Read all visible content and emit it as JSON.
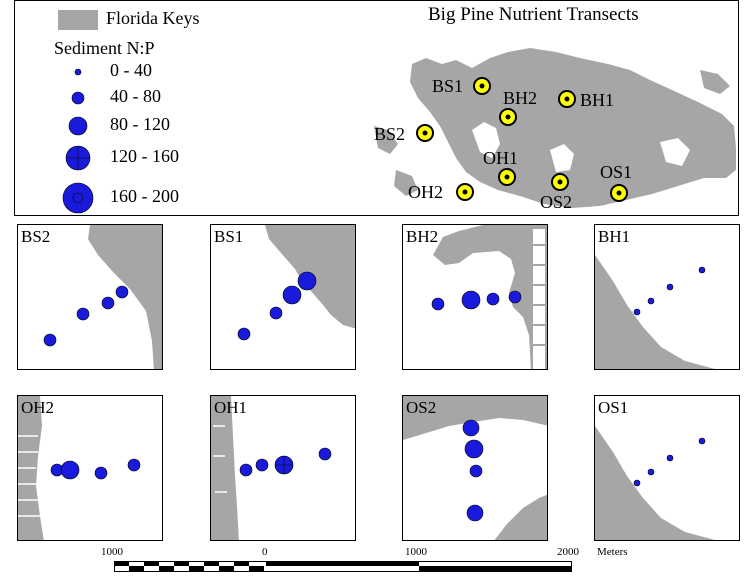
{
  "legend": {
    "florida_keys_label": "Florida Keys",
    "sediment_title": "Sediment N:P",
    "classes": [
      {
        "label": "0 - 40",
        "r": 3
      },
      {
        "label": "40 - 80",
        "r": 6
      },
      {
        "label": "80 - 120",
        "r": 9
      },
      {
        "label": "120 - 160",
        "r": 12
      },
      {
        "label": "160  - 200",
        "r": 15
      }
    ]
  },
  "map": {
    "title": "Big Pine Nutrient Transects",
    "sites": [
      {
        "id": "BS1",
        "label": "BS1"
      },
      {
        "id": "BH2",
        "label": "BH2"
      },
      {
        "id": "BH1",
        "label": "BH1"
      },
      {
        "id": "BS2",
        "label": "BS2"
      },
      {
        "id": "OH1",
        "label": "OH1"
      },
      {
        "id": "OH2",
        "label": "OH2"
      },
      {
        "id": "OS2",
        "label": "OS2"
      },
      {
        "id": "OS1",
        "label": "OS1"
      }
    ]
  },
  "panels": [
    {
      "label": "BS2"
    },
    {
      "label": "BS1"
    },
    {
      "label": "BH2"
    },
    {
      "label": "BH1"
    },
    {
      "label": "OH2"
    },
    {
      "label": "OH1"
    },
    {
      "label": "OS2"
    },
    {
      "label": "OS1"
    }
  ],
  "scale_bar": {
    "labels": [
      "1000",
      "0",
      "1000",
      "2000"
    ],
    "unit": "Meters"
  },
  "colors": {
    "land": "#a6a6a6",
    "point_fill": "#1a1adc",
    "site_marker": "#ffff00"
  }
}
